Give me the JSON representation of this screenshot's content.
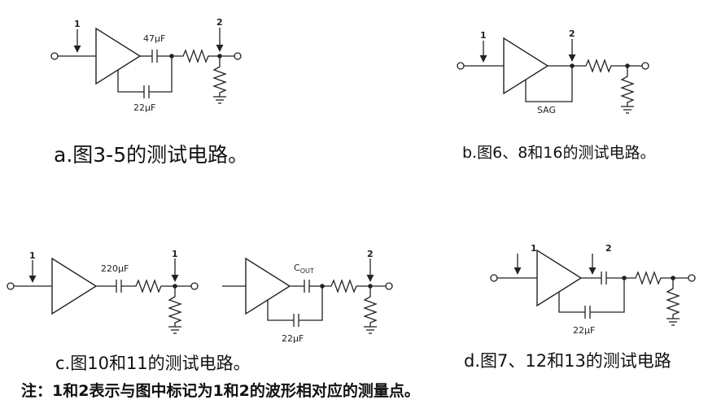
{
  "circuits": {
    "a": {
      "in_label": "1",
      "out_label": "2",
      "cap_label": "47µF",
      "fb_label": "22µF",
      "caption": "a.图3-5的测试电路。"
    },
    "b": {
      "in_label": "1",
      "out_label": "2",
      "sag_label": "SAG",
      "caption": "b.图6、8和16的测试电路。"
    },
    "c": {
      "left_in_label": "1",
      "left_out_label": "1",
      "left_cap_label": "220µF",
      "right_out_label": "2",
      "right_cap_main": "C",
      "right_cap_sub": "OUT",
      "right_fb_label": "22µF",
      "caption": "c.图10和11的测试电路。"
    },
    "d": {
      "in_label": "1",
      "out_label": "2",
      "fb_label": "22µF",
      "caption": "d.图7、12和13的测试电路"
    }
  },
  "note": "注：1和2表示与图中标记为1和2的波形相对应的测量点。"
}
